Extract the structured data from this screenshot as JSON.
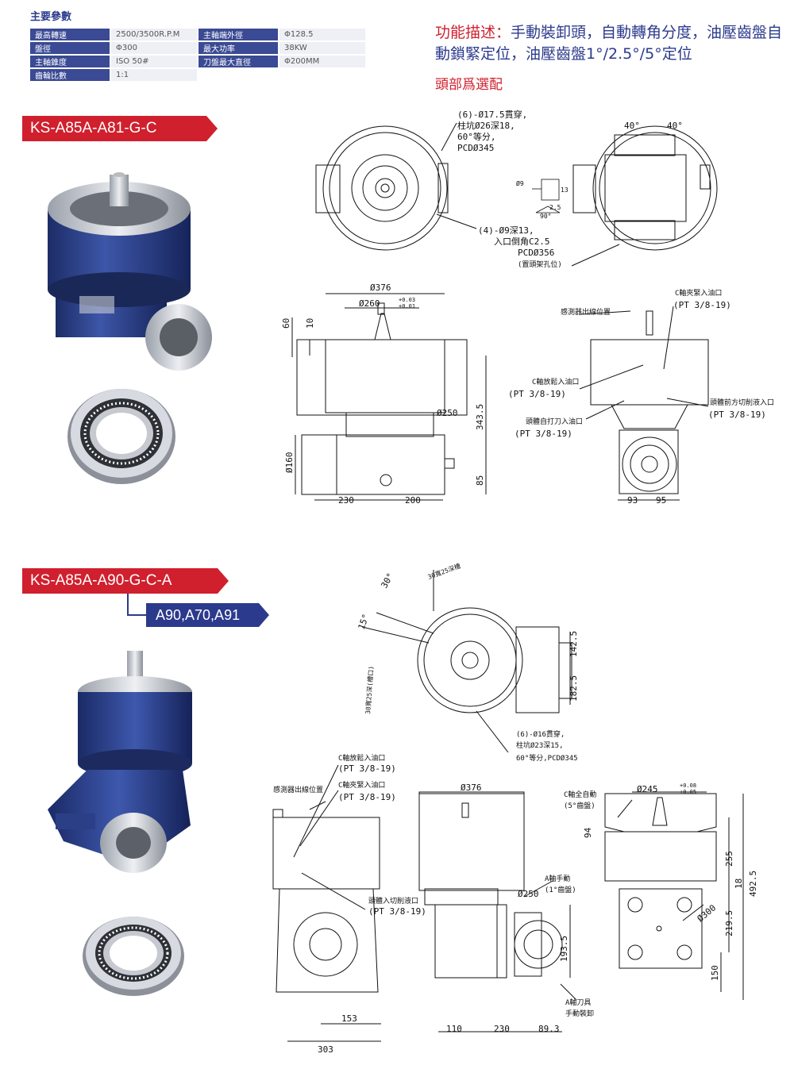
{
  "specs": {
    "title": "主要參數",
    "rows": [
      {
        "k1": "最高轉速",
        "v1": "2500/3500R.P.M",
        "k2": "主軸端外徑",
        "v2": "Φ128.5"
      },
      {
        "k1": "盤徑",
        "v1": "Φ300",
        "k2": "最大功率",
        "v2": "38KW"
      },
      {
        "k1": "主軸錐度",
        "v1": "ISO 50#",
        "k2": "刀盤最大直徑",
        "v2": "Φ200MM"
      },
      {
        "k1": "齒輪比數",
        "v1": "1:1"
      }
    ]
  },
  "description": {
    "lead": "功能描述：",
    "text": "手動裝卸頭，自動轉角分度，油壓齒盤自動鎖緊定位，油壓齒盤1°/2.5°/5°定位",
    "optional": "頭部爲選配"
  },
  "models": {
    "model1": "KS-A85A-A81-G-C",
    "model2": "KS-A85A-A90-G-C-A",
    "model2_sub": "A90,A70,A91"
  },
  "drawing1": {
    "hole1": [
      "(6)-Ø17.5貫穿,",
      "柱坑Ø26深18,",
      "60°等分,",
      "PCDØ345"
    ],
    "hole2": [
      "(4)-Ø9深13,",
      "入口倒角C2.5",
      "PCDØ356",
      "(置頭架孔位)"
    ],
    "angle_a": "40°",
    "angle_b": "40°",
    "angle_c": "90°",
    "small_dims": [
      "Ø9",
      "2.5",
      "13"
    ],
    "d376": "Ø376",
    "d260": "Ø260",
    "tol_up": "+0.03",
    "tol_dn": "+0.01",
    "h60": "60",
    "h10": "10",
    "d250": "Ø250",
    "h343": "343.5",
    "d160": "Ø160",
    "h85": "85",
    "w230": "230",
    "w200": "200",
    "w93": "93",
    "w95": "95",
    "sensor": "感測器出線位置",
    "c_clamp": "C軸夾緊入油口",
    "c_clamp_pt": "(PT 3/8-19)",
    "c_release": "C軸放鬆入油口",
    "c_release_pt": "(PT 3/8-19)",
    "knock": "頭體自打刀入油口",
    "knock_pt": "(PT 3/8-19)",
    "coolant": "頭體前方切削液入口",
    "coolant_pt": "(PT 3/8-19)"
  },
  "drawing2": {
    "a30": "30°",
    "a15": "15°",
    "slot1": "30寬25深槽",
    "slot2": "30寬25深(槽口)",
    "h142": "142.5",
    "h182": "182.5",
    "hole": [
      "(6)-Ø16貫穿,",
      "柱坑Ø23深15,",
      "60°等分,PCDØ345"
    ],
    "c_release": "C軸放鬆入油口",
    "c_release_pt": "(PT 3/8-19)",
    "sensor": "感測器出線位置",
    "c_clamp": "C軸夾緊入油口",
    "c_clamp_pt": "(PT 3/8-19)",
    "coolant": "頭體入切削液口",
    "coolant_pt": "(PT 3/8-19)",
    "d376": "Ø376",
    "d250": "Ø250",
    "a_manual": "A軸手動",
    "a_manual_deg": "(1°齒盤)",
    "c_auto": "C軸全自動",
    "c_auto_deg": "(5°齒盤)",
    "d245": "Ø245",
    "tol_up": "+0.08",
    "tol_dn": "+0.05",
    "h94": "94",
    "h255": "255",
    "h18": "18",
    "h492": "492.5",
    "d300": "Ø300",
    "h219": "219.5",
    "h150": "150",
    "h193": "193.5",
    "w153": "153",
    "w303": "303",
    "w110": "110",
    "w230": "230",
    "w89": "89.3",
    "a_tool": "A軸刀具",
    "a_tool2": "手動裝卸"
  },
  "colors": {
    "accent": "#d0202e",
    "brand": "#2b3a8c",
    "product": "#2a3f86"
  }
}
